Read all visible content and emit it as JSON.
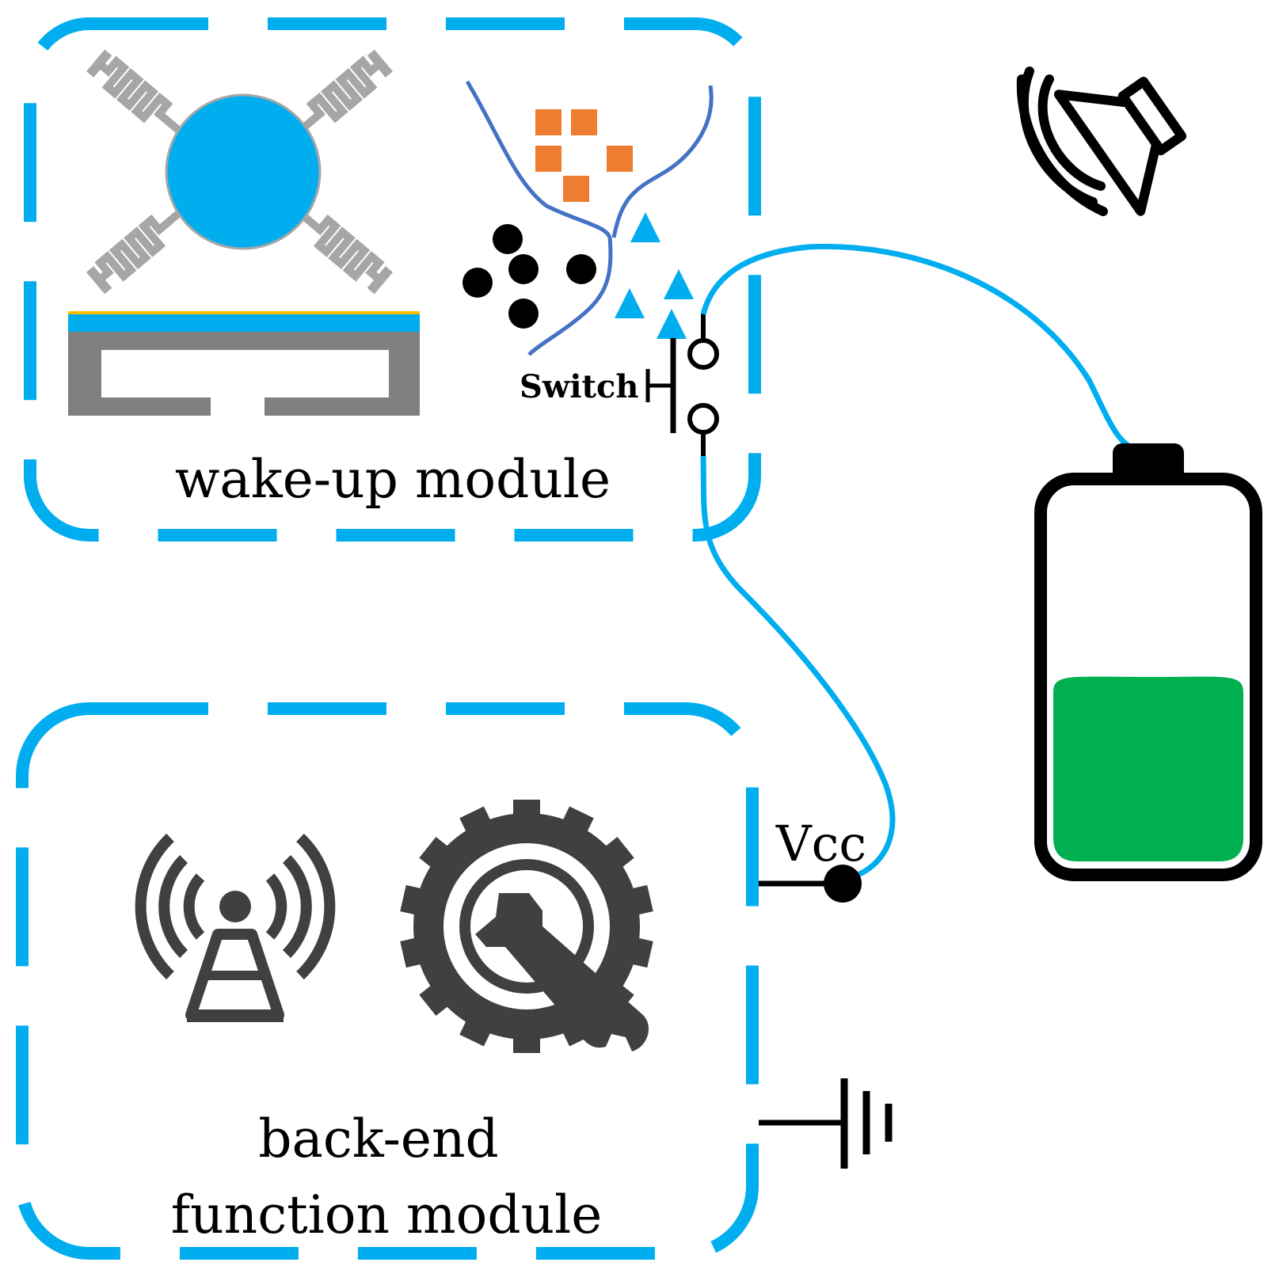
{
  "wake_up_module": {
    "label": "wake-up module",
    "switch_label": "Switch"
  },
  "back_end_module": {
    "label_line1": "back-end",
    "label_line2": "function module"
  },
  "vcc_label": "Vcc",
  "battery": {
    "level": 0.5
  },
  "colors": {
    "module_border": "#00aeef",
    "wire": "#00aeef",
    "sensor_gray": "#a6a6a6",
    "mass_blue": "#00aeef",
    "particle_orange": "#ed7d31",
    "fiber_blue": "#4472c4",
    "battery_fill": "#00b050",
    "icon_dark": "#404040",
    "black": "#000000"
  },
  "icons": [
    "speaker-icon",
    "battery-icon",
    "antenna-tower-icon",
    "gear-wrench-icon",
    "ground-icon",
    "switch-icon",
    "accelerometer-icon"
  ]
}
